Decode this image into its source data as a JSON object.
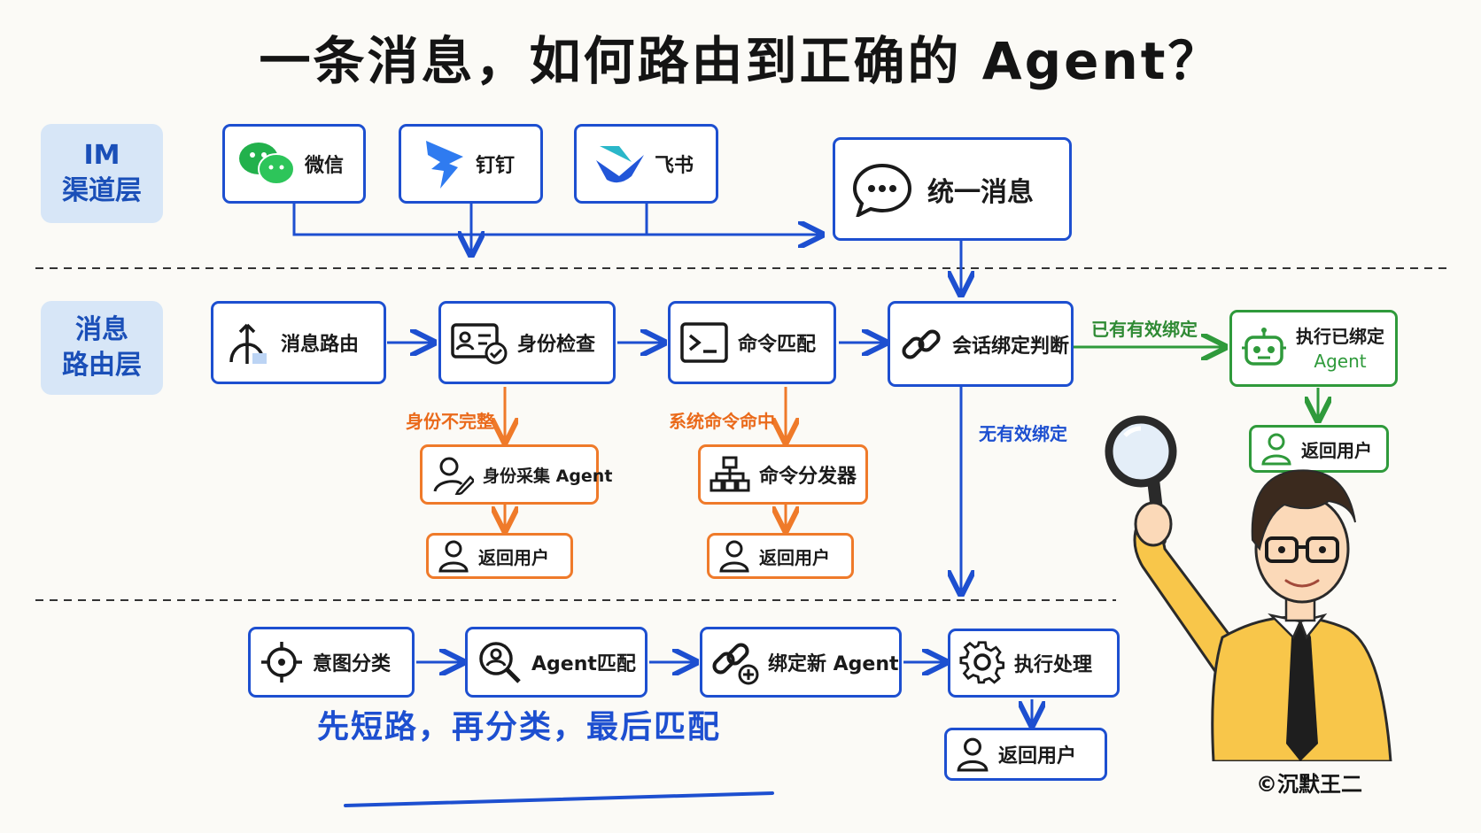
{
  "title": "一条消息，如何路由到正确的 Agent？",
  "layers": {
    "im_line1": "IM",
    "im_line2": "渠道层",
    "route_line1": "消息",
    "route_line2": "路由层"
  },
  "channels": [
    {
      "label": "微信",
      "icon": "wechat-icon"
    },
    {
      "label": "钉钉",
      "icon": "dingtalk-icon"
    },
    {
      "label": "飞书",
      "icon": "feishu-icon"
    }
  ],
  "unified": {
    "label": "统一消息",
    "icon": "chat-bubble-icon"
  },
  "routing_row": [
    {
      "label": "消息路由",
      "icon": "route-split-icon"
    },
    {
      "label": "身份检查",
      "icon": "id-card-check-icon"
    },
    {
      "label": "命令匹配",
      "icon": "terminal-icon"
    },
    {
      "label": "会话绑定判断",
      "icon": "link-icon"
    }
  ],
  "branch_labels": {
    "identity_incomplete": "身份不完整",
    "command_hit": "系统命令命中",
    "has_binding": "已有有效绑定",
    "no_binding": "无有效绑定"
  },
  "identity_branch": {
    "agent": "身份采集 Agent",
    "return": "返回用户"
  },
  "command_branch": {
    "dispatcher": "命令分发器",
    "return": "返回用户"
  },
  "bound_branch": {
    "agent_line1": "执行已绑定",
    "agent_line2": "Agent",
    "return": "返回用户"
  },
  "matching_row": [
    {
      "label": "意图分类",
      "icon": "target-icon"
    },
    {
      "label": "Agent匹配",
      "icon": "search-user-icon"
    },
    {
      "label": "绑定新 Agent",
      "icon": "link-plus-icon"
    },
    {
      "label": "执行处理",
      "icon": "gear-icon"
    }
  ],
  "final_return": "返回用户",
  "slogan": "先短路，再分类，最后匹配",
  "credit": "©沉默王二",
  "colors": {
    "blue": "#1d4fd0",
    "orange": "#ef7a2a",
    "green": "#2f9a3b",
    "layer_bg": "#d7e6f7"
  }
}
